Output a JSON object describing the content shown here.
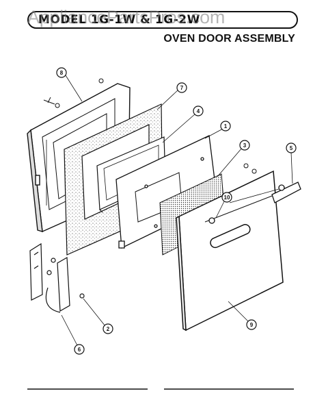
{
  "header": {
    "model_label": "MODEL 1G-1W & 1G-2W",
    "watermark": "AppliancePartsPros.com",
    "title": "OVEN DOOR ASSEMBLY"
  },
  "callouts": [
    "8",
    "7",
    "4",
    "1",
    "3",
    "5",
    "10",
    "9",
    "2",
    "6"
  ]
}
